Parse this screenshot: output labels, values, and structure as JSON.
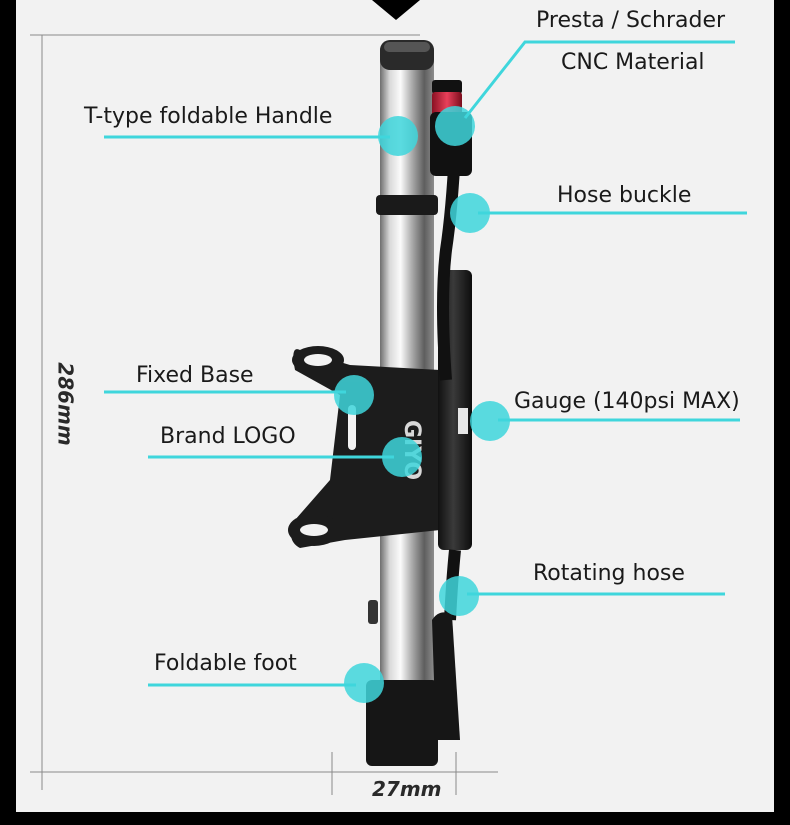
{
  "labels": {
    "valve_line1": "Presta / Schrader",
    "valve_line2": "CNC Material",
    "handle": "T-type foldable Handle",
    "hose_buckle": "Hose buckle",
    "fixed_base": "Fixed Base",
    "gauge": "Gauge (140psi MAX)",
    "brand_logo": "Brand LOGO",
    "rotating_hose": "Rotating hose",
    "foldable_foot": "Foldable foot"
  },
  "dimensions": {
    "height": "286mm",
    "width": "27mm"
  },
  "colors": {
    "accent": "#3fd6dc",
    "background": "#f2f2f2",
    "frame": "#000000"
  }
}
